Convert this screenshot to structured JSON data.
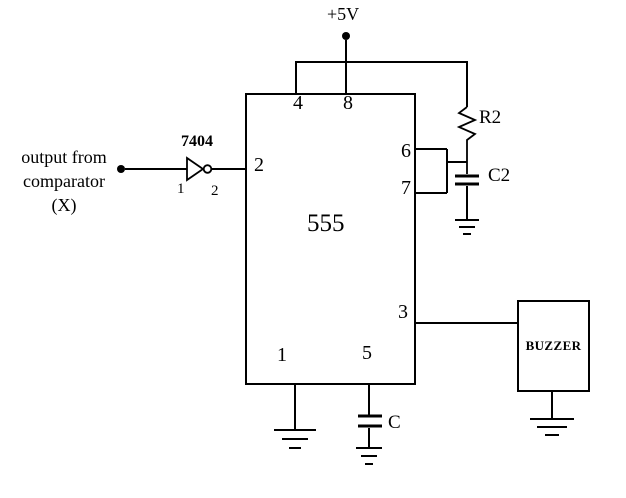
{
  "colors": {
    "ink": "#000000",
    "background": "#ffffff"
  },
  "power": {
    "label": "+5V"
  },
  "source": {
    "line1": "output from",
    "line2": "comparator",
    "line3": "(X)"
  },
  "inverter": {
    "part_number": "7404",
    "input_pin": "1",
    "output_pin": "2"
  },
  "timer_ic": {
    "part_number": "555",
    "pin_reset": "4",
    "pin_vcc": "8",
    "pin_trigger": "2",
    "pin_threshold": "6",
    "pin_discharge": "7",
    "pin_output": "3",
    "pin_ground": "1",
    "pin_control": "5"
  },
  "components": {
    "resistor_label": "R2",
    "capacitor_right_label": "C2",
    "capacitor_bottom_label": "C",
    "buzzer_label": "BUZZER"
  }
}
